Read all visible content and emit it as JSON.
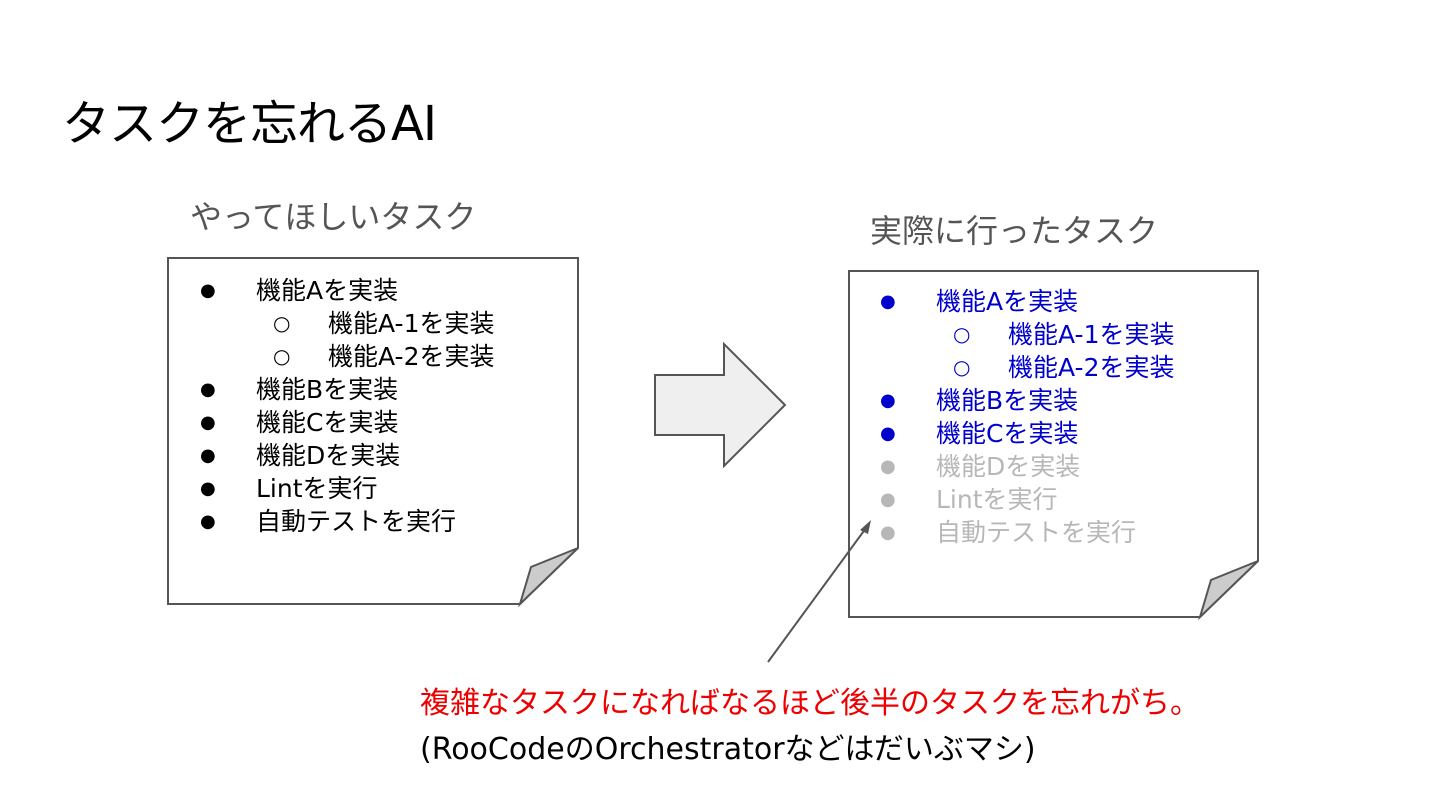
{
  "slide": {
    "title": "タスクを忘れるAI",
    "left_caption": "やってほしいタスク",
    "right_caption": "実際に行ったタスク",
    "left_tasks": [
      {
        "bullet": "●",
        "label": "機能Aを実装"
      },
      {
        "bullet": "○",
        "label": "機能A-1を実装"
      },
      {
        "bullet": "○",
        "label": "機能A-2を実装"
      },
      {
        "bullet": "●",
        "label": "機能Bを実装"
      },
      {
        "bullet": "●",
        "label": "機能Cを実装"
      },
      {
        "bullet": "●",
        "label": "機能Dを実装"
      },
      {
        "bullet": "●",
        "label": "Lintを実行"
      },
      {
        "bullet": "●",
        "label": "自動テストを実行"
      }
    ],
    "right_tasks": [
      {
        "bullet": "●",
        "label": "機能Aを実装"
      },
      {
        "bullet": "○",
        "label": "機能A-1を実装"
      },
      {
        "bullet": "○",
        "label": "機能A-2を実装"
      },
      {
        "bullet": "●",
        "label": "機能Bを実装"
      },
      {
        "bullet": "●",
        "label": "機能Cを実装"
      },
      {
        "bullet": "●",
        "label": "機能Dを実装"
      },
      {
        "bullet": "●",
        "label": "Lintを実行"
      },
      {
        "bullet": "●",
        "label": "自動テストを実行"
      }
    ],
    "note_red": "複雑なタスクになればなるほど後半のタスクを忘れがち。",
    "note_black": "(RooCodeのOrchestratorなどはだいぶマシ)"
  },
  "colors": {
    "done": "#0000cc",
    "skipped": "#b7b7b7",
    "emphasis": "#ee0000",
    "page_fill": "#ffffff",
    "fold_fill": "#cccccc",
    "arrow_fill": "#efefef"
  },
  "icons": {
    "document_shape": "folded-corner-document",
    "arrow_shape": "right-arrow"
  }
}
